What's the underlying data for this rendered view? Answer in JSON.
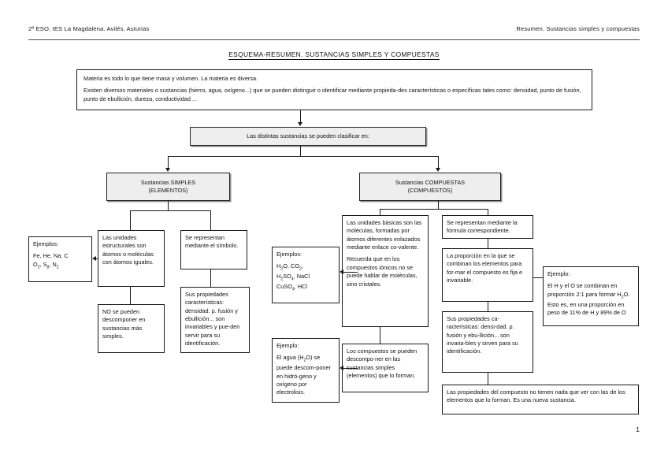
{
  "header": {
    "left": "2º ESO. IES La Magdalena. Avilés. Asturias",
    "right": "Resumen. Sustancias simples y compuestas"
  },
  "title": "ESQUEMA-RESUMEN. SUSTANCIAS SIMPLES Y COMPUESTAS",
  "page_number": "1",
  "intro": {
    "line1": "Materia es todo lo que tiene masa y volumen. La materia es diversa.",
    "line2": "Existen diversos materiales o sustancias (hierro, agua, oxígeno...) que se pueden distinguir o identificar mediante propieda-des características o específicas tales como: densidad, punto de fusión, punto de ebullición, dureza, conductividad ..."
  },
  "classify": "Las distintas sustancias se pueden clasificar en:",
  "simples": {
    "title_line1": "Sustancias SIMPLES",
    "title_line2": "(ELEMENTOS)",
    "examples_label": "Ejemplos:",
    "examples_line1": "Fe, He, Na, C",
    "examples_line2": "O2, S8, N2",
    "units": "Las unidades estructurales son átomos o moléculas con átomos iguales.",
    "no_decompose": "NO se pueden descomponer en sustancias más simples.",
    "symbol": "Se representan mediante el símbolo.",
    "properties": "Sus propiedades características: densidad. p. fusión y ebullición... son invariables y pue-den servir para su identificación."
  },
  "compuestas": {
    "title_line1": "Sustancias COMPUESTAS",
    "title_line2": "(COMPUESTOS)",
    "units_p1": "Las unidades básicas son las moléculas, formadas por átomos diferentes enlazados mediante enlace co-valente.",
    "units_p2": "Recuerda que en los compuestos iónicos no se puede hablar de moléculas, sino cristales.",
    "examples_label": "Ejemplos:",
    "examples_line1": "H2O, CO2,",
    "examples_line2": "H2SO4, NaCl",
    "examples_line3": "CuSO4, HCl",
    "formula": "Se representan mediante la fórmula correspondiente.",
    "proportion": "La proporción en la que se combinan los elementos para for-mar el compuesto es fija e invariable.",
    "example_label": "Ejemplo:",
    "example_text": "El H y el O se combinan en proporción 2:1 para formar H2O. Esto es, en una proporción en peso de 11% de H y 89% de O",
    "properties": "Sus propiedades ca-racterísticas: densi-dad. p. fusión y ebu-llición... son invaria-bles y sirven para su identificación.",
    "decompose": "Los compuestos se pueden descompo-ner en las sustancias simples (elementos) que lo forman.",
    "decompose_example_label": "Ejemplo:",
    "decompose_example_text": "El agua (H2O) se puede descom-poner en hidró-geno y oxígeno por electrolisis.",
    "new_substance": "Las propiedades del compuesto no tienen nada que ver con las de los elementos que lo forman. Es una nueva sustancia."
  },
  "colors": {
    "ink": "#111111",
    "line": "#1a1a1a",
    "shaded_fill": "#eeeeee",
    "shadow": "#8c8c8c"
  }
}
